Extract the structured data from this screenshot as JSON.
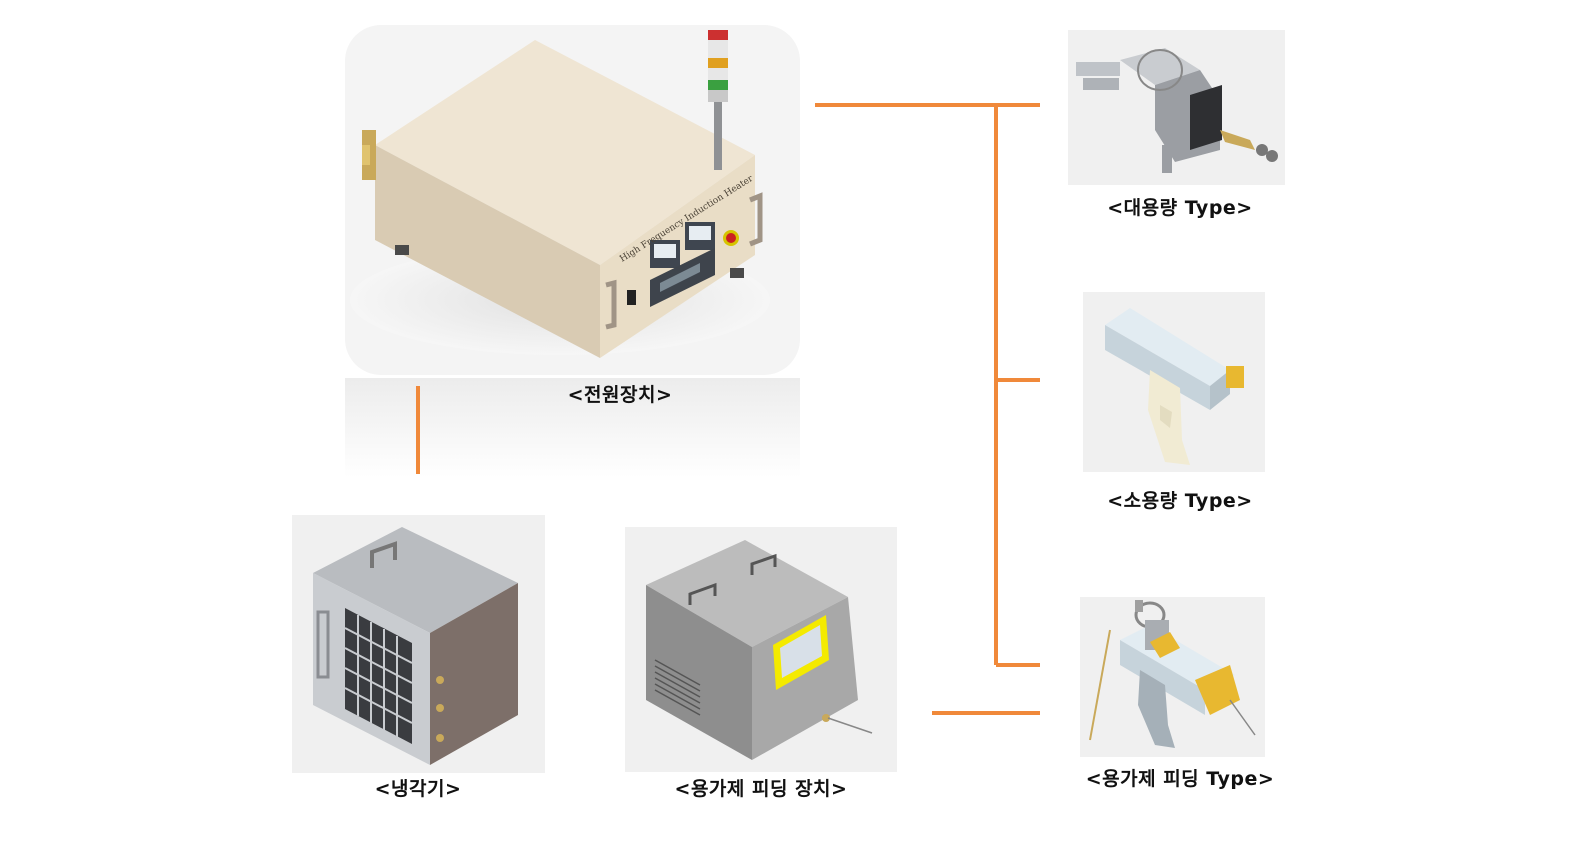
{
  "colors": {
    "connector": "#f0893a",
    "cabinet_cream": "#ece0cc",
    "device_gray": "#9a9a9a",
    "screen_yellow": "#f4ea00",
    "handle_cream": "#f1ebd3"
  },
  "nodes": {
    "power_unit": {
      "label": "<전원장치>",
      "panel_text": "High Frequency Induction Heater"
    },
    "chiller": {
      "label": "<냉각기>"
    },
    "filler_feeder": {
      "label": "<용가제 피딩 장치>"
    },
    "large_type": {
      "label": "<대용량 Type>"
    },
    "small_type": {
      "label": "<소용량 Type>"
    },
    "feeding_type": {
      "label": "<용가제 피딩 Type>"
    }
  }
}
